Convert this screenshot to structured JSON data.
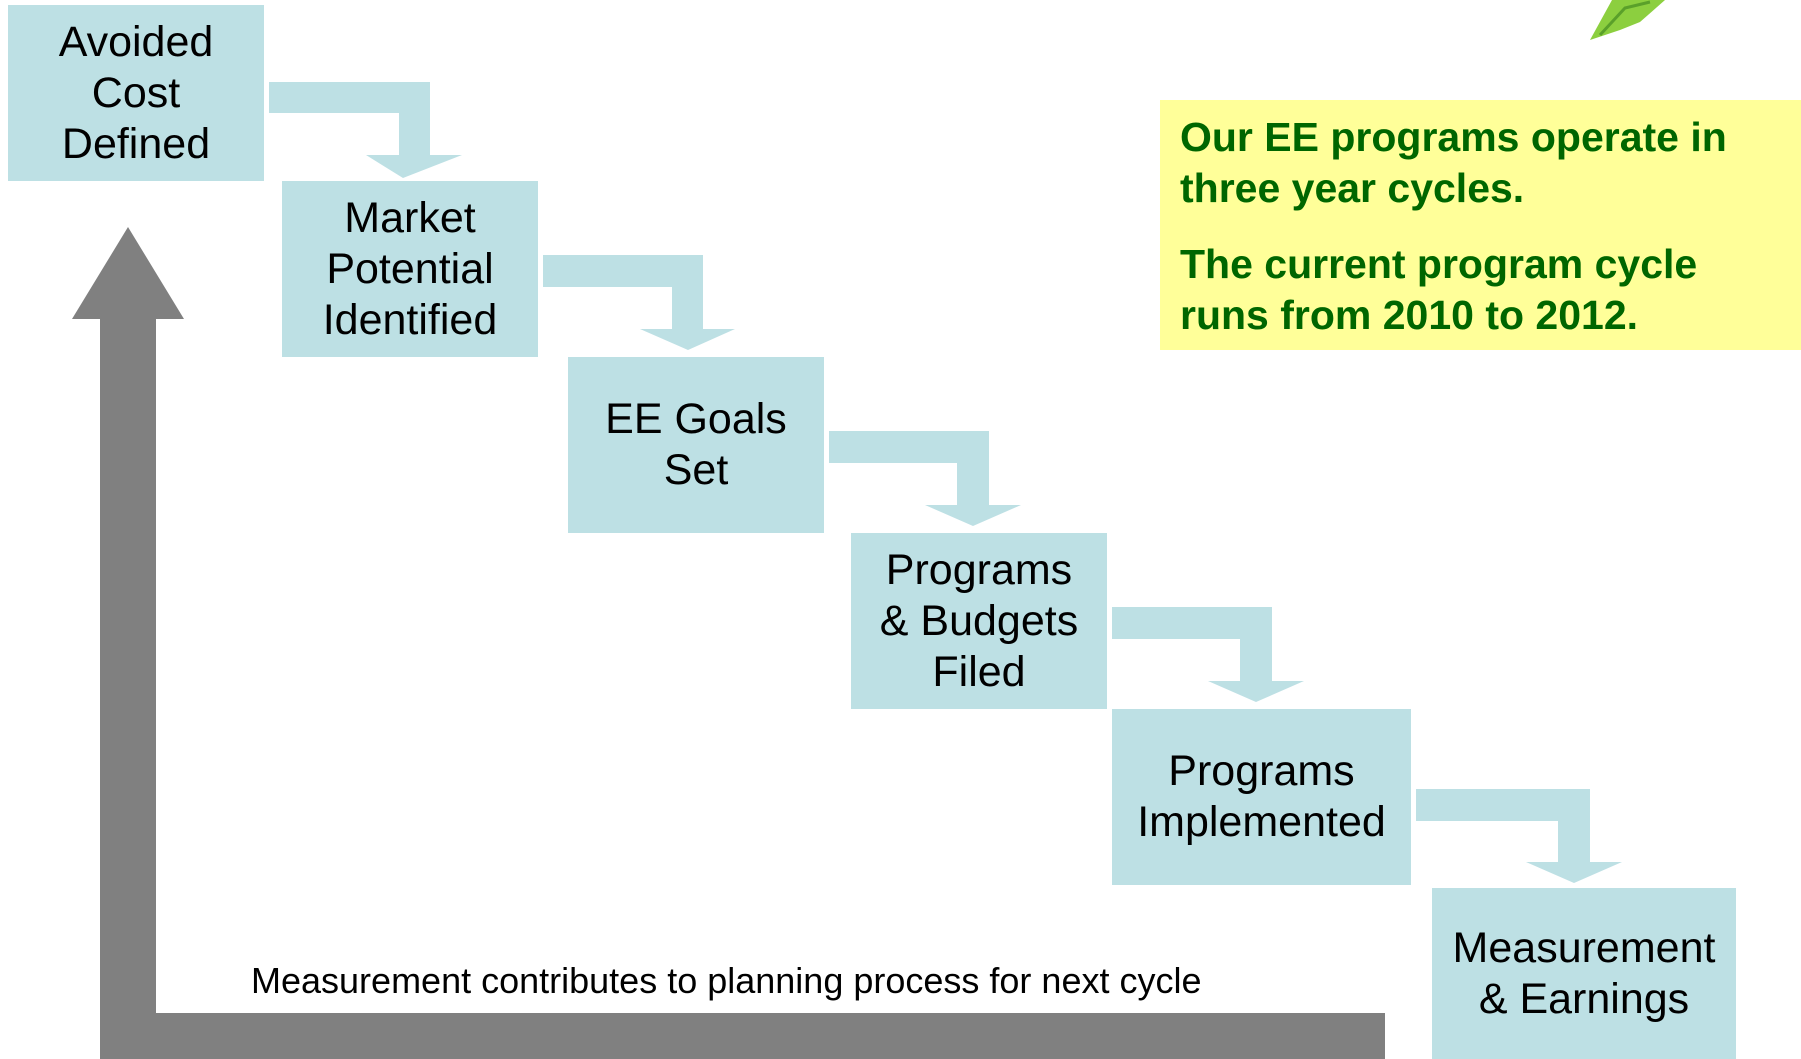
{
  "diagram": {
    "steps": [
      {
        "label": "Avoided\nCost\nDefined"
      },
      {
        "label": "Market\nPotential\nIdentified"
      },
      {
        "label": "EE Goals\nSet"
      },
      {
        "label": "Programs\n& Budgets\nFiled"
      },
      {
        "label": "Programs\nImplemented"
      },
      {
        "label": "Measurement\n& Earnings"
      }
    ],
    "feedback_label": "Measurement contributes to planning process for next cycle"
  },
  "note": {
    "line1": "Our EE programs operate in three year cycles.",
    "line2": "The current program cycle runs from 2010 to 2012."
  },
  "colors": {
    "step_fill": "#bde0e4",
    "feedback_arrow": "#808080",
    "note_background": "#ffff99",
    "note_text": "#006600",
    "leaf_decoration": "#8ccf3f"
  }
}
